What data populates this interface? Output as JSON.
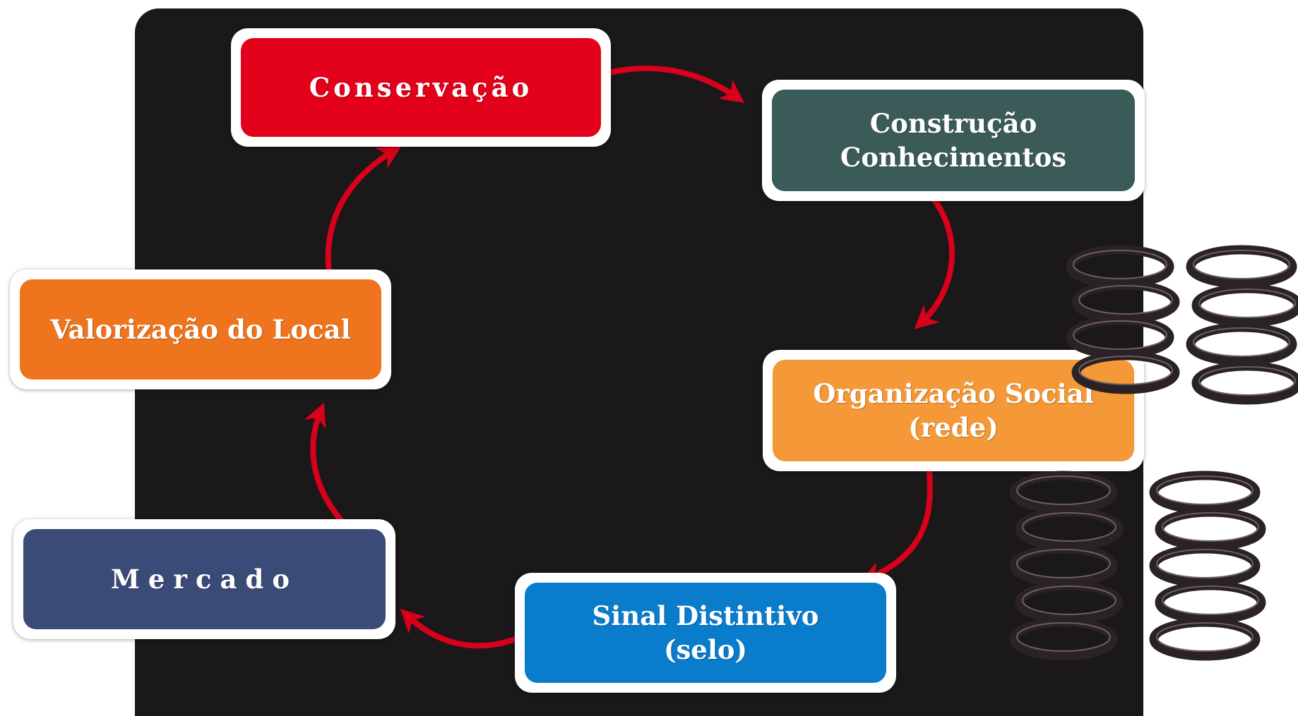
{
  "diagram": {
    "nodes": {
      "conservacao": {
        "lines": [
          "Conservação"
        ],
        "color": "#e2001a"
      },
      "construcao": {
        "lines": [
          "Construção",
          "Conhecimentos"
        ],
        "color": "#3b5b59"
      },
      "organizacao": {
        "lines": [
          "Organização Social",
          "(rede)"
        ],
        "color": "#f49838"
      },
      "sinal": {
        "lines": [
          "Sinal Distintivo",
          "(selo)"
        ],
        "color": "#0a7ccc"
      },
      "mercado": {
        "lines": [
          "Mercado"
        ],
        "color": "#3a4b78"
      },
      "valorizacao": {
        "lines": [
          "Valorização do Local"
        ],
        "color": "#ee741d"
      }
    },
    "arrow_color": "#d9001b",
    "cycle": [
      "conservacao",
      "construcao",
      "organizacao",
      "sinal",
      "mercado",
      "valorizacao",
      "conservacao"
    ],
    "decoration": "coil-springs"
  }
}
